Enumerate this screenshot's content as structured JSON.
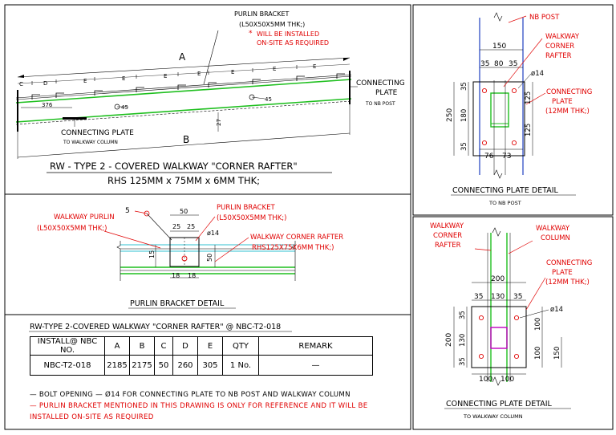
{
  "main_view": {
    "title": "RW - TYPE 2 - COVERED WALKWAY \"CORNER RAFTER\"",
    "subtitle": "RHS 125MM x 75MM x 6MM THK;",
    "purlin_bracket_label": "PURLIN BRACKET",
    "purlin_bracket_size": "(L50X50X5MM THK;)",
    "install_note_star": "*",
    "install_note_1": "WILL BE INSTALLED",
    "install_note_2": "ON-SITE AS REQUIRED",
    "dim_a": "A",
    "dim_b": "B",
    "dim_c": "C",
    "dim_d": "D",
    "dim_e": "E",
    "dim_376": "376",
    "dim_45a": "45",
    "dim_45b": "45",
    "dim_27": "27",
    "connecting_plate_left": "CONNECTING PLATE",
    "connecting_plate_left_sub": "TO WALKWAY COLUMN",
    "connecting_plate_right_1": "CONNECTING",
    "connecting_plate_right_2": "PLATE",
    "connecting_plate_right_sub": "TO NB POST"
  },
  "purlin_detail": {
    "title": "PURLIN BRACKET DETAIL",
    "walkway_purlin": "WALKWAY PURLIN",
    "walkway_purlin_size": "(L50X50X5MM THK;)",
    "purlin_bracket": "PURLIN BRACKET",
    "purlin_bracket_size": "(L50X50X5MM THK;)",
    "corner_rafter": "WALKWAY CORNER RAFTER",
    "corner_rafter_size": "RHS125X75X6MM THK;)",
    "weld": "5",
    "dim_50": "50",
    "dim_25a": "25",
    "dim_25b": "25",
    "dim_14": "ø14",
    "dim_15": "15",
    "dim_50v": "50",
    "dim_18a": "18",
    "dim_18b": "18"
  },
  "nb_post_detail": {
    "title": "CONNECTING PLATE DETAIL",
    "subtitle": "TO NB POST",
    "nb_post": "NB POST",
    "walkway": "WALKWAY",
    "corner": "CORNER",
    "rafter": "RAFTER",
    "connecting": "CONNECTING",
    "plate": "PLATE",
    "thk": "(12MM THK;)",
    "dim_150": "150",
    "dim_35a": "35",
    "dim_80": "80",
    "dim_35b": "35",
    "dim_14": "ø14",
    "dim_250": "250",
    "dim_35c": "35",
    "dim_180": "180",
    "dim_35d": "35",
    "dim_125a": "125",
    "dim_125b": "125",
    "dim_76": "76",
    "dim_73": "73"
  },
  "column_detail": {
    "title": "CONNECTING PLATE DETAIL",
    "subtitle": "TO WALKWAY COLUMN",
    "walkway": "WALKWAY",
    "corner": "CORNER",
    "rafter": "RAFTER",
    "walkway2": "WALKWAY",
    "column": "COLUMN",
    "connecting": "CONNECTING",
    "plate": "PLATE",
    "thk": "(12MM THK;)",
    "dim_200": "200",
    "dim_35a": "35",
    "dim_130": "130",
    "dim_35b": "35",
    "dim_14": "ø14",
    "dim_200v": "200",
    "dim_35c": "35",
    "dim_130v": "130",
    "dim_35d": "35",
    "dim_100a": "100",
    "dim_100b": "100",
    "dim_150": "150",
    "dim_100c": "100",
    "dim_100d": "100"
  },
  "schedule": {
    "heading": "RW-TYPE 2-COVERED WALKWAY \"CORNER RAFTER\" @ NBC-T2-018",
    "headers": [
      "INSTALL@ NBC NO.",
      "A",
      "B",
      "C",
      "D",
      "E",
      "QTY",
      "REMARK"
    ],
    "row": [
      "NBC-T2-018",
      "2185",
      "2175",
      "50",
      "260",
      "305",
      "1 No.",
      "—"
    ]
  },
  "notes": {
    "note1": "—  BOLT OPENING — Ø14 FOR CONNECTING PLATE TO NB POST AND WALKWAY COLUMN",
    "note2a": "—  PURLIN BRACKET MENTIONED IN THIS DRAWING IS ONLY FOR REFERENCE AND IT WILL BE",
    "note2b": "INSTALLED ON-SITE AS REQUIRED"
  },
  "colors": {
    "red": "#e00000",
    "green": "#1fbf1f",
    "blue": "#2040c0",
    "magenta": "#c000c0",
    "cyan": "#30c0d0"
  }
}
